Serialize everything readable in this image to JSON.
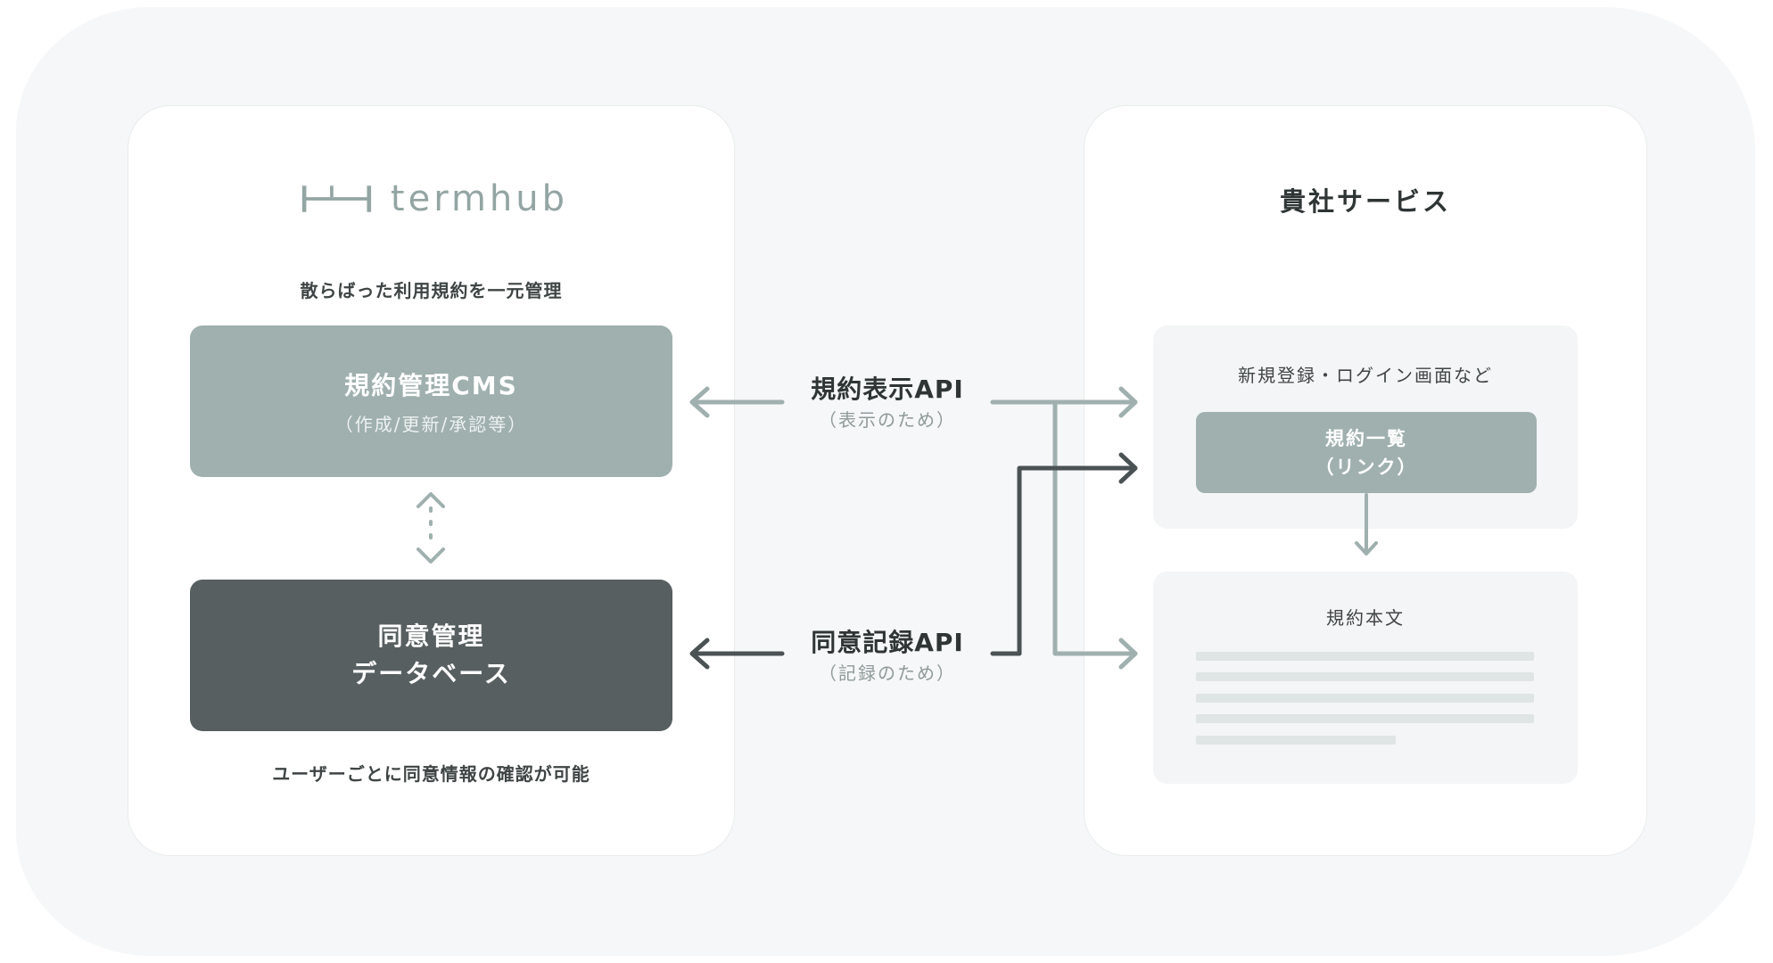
{
  "colors": {
    "background_blob": "#f6f7f8",
    "card": "#ffffff",
    "sage": "#9fb0ae",
    "dark": "#575f60",
    "arrow_light": "#9fb0ae",
    "arrow_dark": "#4b5253",
    "text_dark": "#2f3535",
    "text_muted": "#8f9a99"
  },
  "left_card": {
    "logo": {
      "icon": "termhub-logo-icon",
      "text": "termhub"
    },
    "tagline": "散らばった利用規約を一元管理",
    "cms_box": {
      "title": "規約管理CMS",
      "subtitle": "（作成/更新/承認等）"
    },
    "db_box": {
      "title_line1": "同意管理",
      "title_line2": "データベース"
    },
    "footer": "ユーザーごとに同意情報の確認が可能"
  },
  "apis": {
    "display": {
      "title": "規約表示API",
      "subtitle": "（表示のため）"
    },
    "consent": {
      "title": "同意記録API",
      "subtitle": "（記録のため）"
    }
  },
  "right_card": {
    "title": "貴社サービス",
    "top_panel": {
      "label": "新規登録・ログイン画面など",
      "button_line1": "規約一覧",
      "button_line2": "（リンク）"
    },
    "bottom_panel": {
      "label": "規約本文"
    }
  }
}
